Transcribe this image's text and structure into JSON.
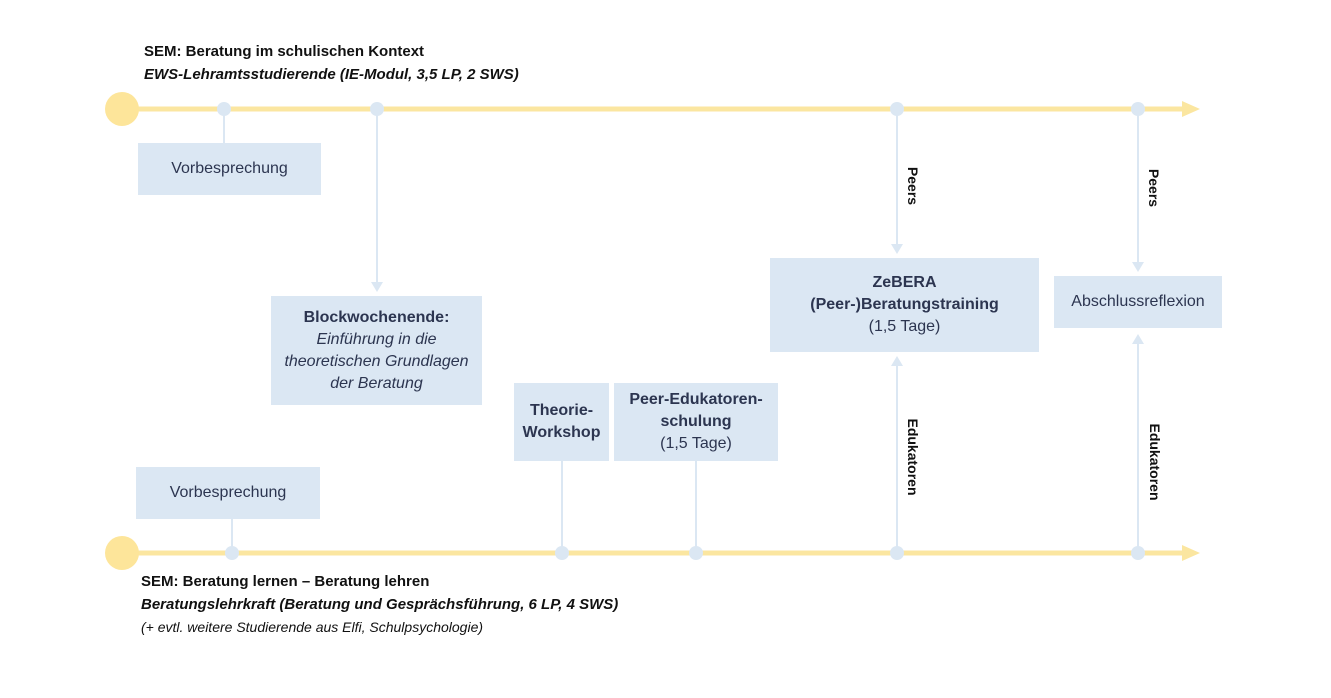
{
  "top_track": {
    "title": "SEM: Beratung im schulischen Kontext",
    "subtitle": "EWS-Lehramtsstudierende (IE-Modul, 3,5 LP, 2 SWS)"
  },
  "bottom_track": {
    "title": "SEM: Beratung lernen – Beratung lehren",
    "subtitle": "Beratungslehrkraft (Beratung und Gesprächsführung, 6 LP, 4 SWS)",
    "note": "(+  evtl. weitere Studierende aus Elfi, Schulpsychologie)"
  },
  "boxes": {
    "vorbesprechung_top": "Vorbesprechung",
    "blockwochenende": {
      "title": "Blockwochenende:",
      "line1": "Einführung in die",
      "line2": "theoretischen Grundlagen",
      "line3": "der Beratung"
    },
    "theorie_workshop": {
      "line1": "Theorie-",
      "line2": "Workshop"
    },
    "peer_edukatoren": {
      "line1": "Peer-Edukatoren-",
      "line2": "schulung",
      "line3": "(1,5 Tage)"
    },
    "zebera": {
      "line1": "ZeBERA",
      "line2": "(Peer-)Beratungstraining",
      "line3": "(1,5 Tage)"
    },
    "abschlussreflexion": "Abschlussreflexion",
    "vorbesprechung_bottom": "Vorbesprechung"
  },
  "labels": {
    "peers_1": "Peers",
    "peers_2": "Peers",
    "edukatoren_1": "Edukatoren",
    "edukatoren_2": "Edukatoren"
  },
  "colors": {
    "track": "#fbe6a0",
    "track_start": "#fde59a",
    "connector": "#dbe7f3",
    "box": "#dbe7f3",
    "box_text": "#2c3550"
  }
}
